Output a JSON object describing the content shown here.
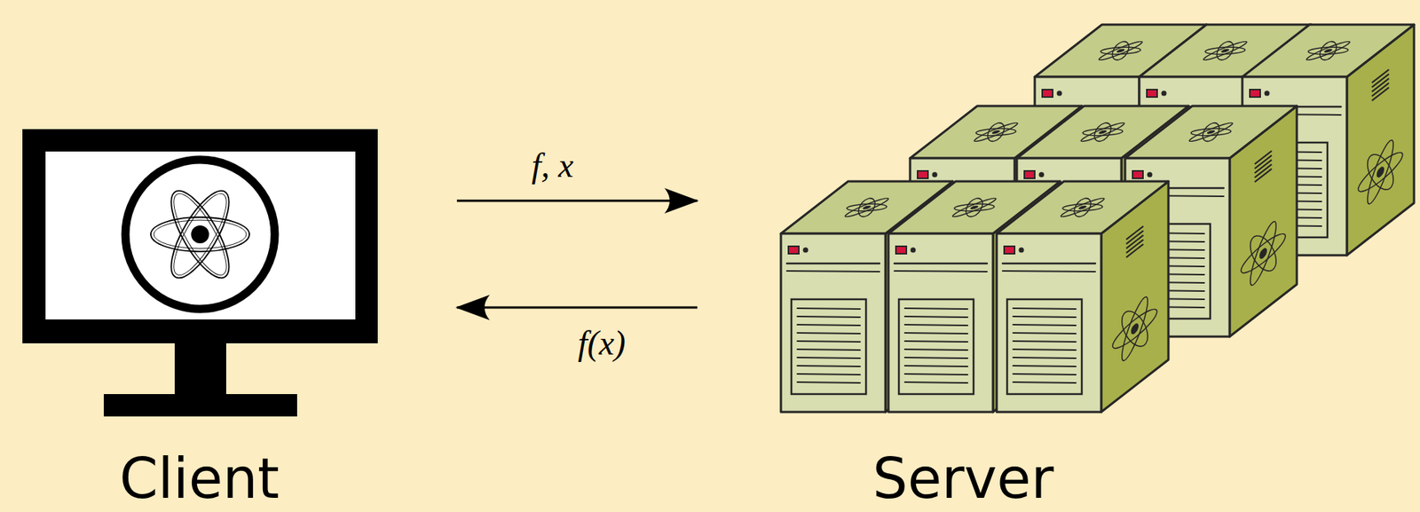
{
  "diagram": {
    "nodes": [
      {
        "text": [
          "Client"
        ]
      },
      {
        "text": [
          "Server"
        ]
      }
    ],
    "edges": [
      {
        "from": 0,
        "to": 1,
        "label": "f, x",
        "arrow": "to"
      },
      {
        "from": 1,
        "to": 0,
        "label": "f(x)",
        "arrow": "to"
      }
    ]
  }
}
